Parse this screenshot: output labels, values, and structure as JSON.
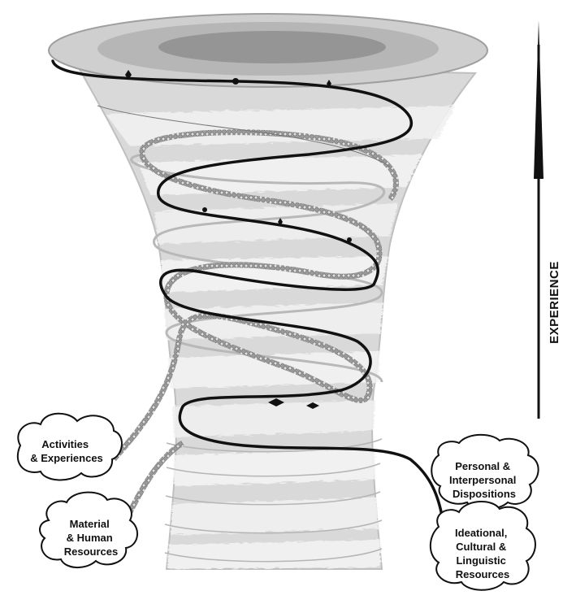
{
  "axis": {
    "label": "EXPERIENCE"
  },
  "labels": {
    "activities": [
      "Activities",
      "& Experiences"
    ],
    "material": [
      "Material",
      "& Human",
      "Resources"
    ],
    "personal": [
      "Personal &",
      "Interpersonal",
      "Dispositions"
    ],
    "ideational": [
      "Ideational,",
      "Cultural &",
      "Linguistic",
      "Resources"
    ]
  },
  "colors": {
    "funnel_light": "#e6e6e6",
    "funnel_mid": "#cfcfcf",
    "funnel_dark": "#9a9a9a",
    "black_strand": "#111111",
    "beaded_strand": "#8c8c8c",
    "thin_strand": "#bdbdbd"
  }
}
